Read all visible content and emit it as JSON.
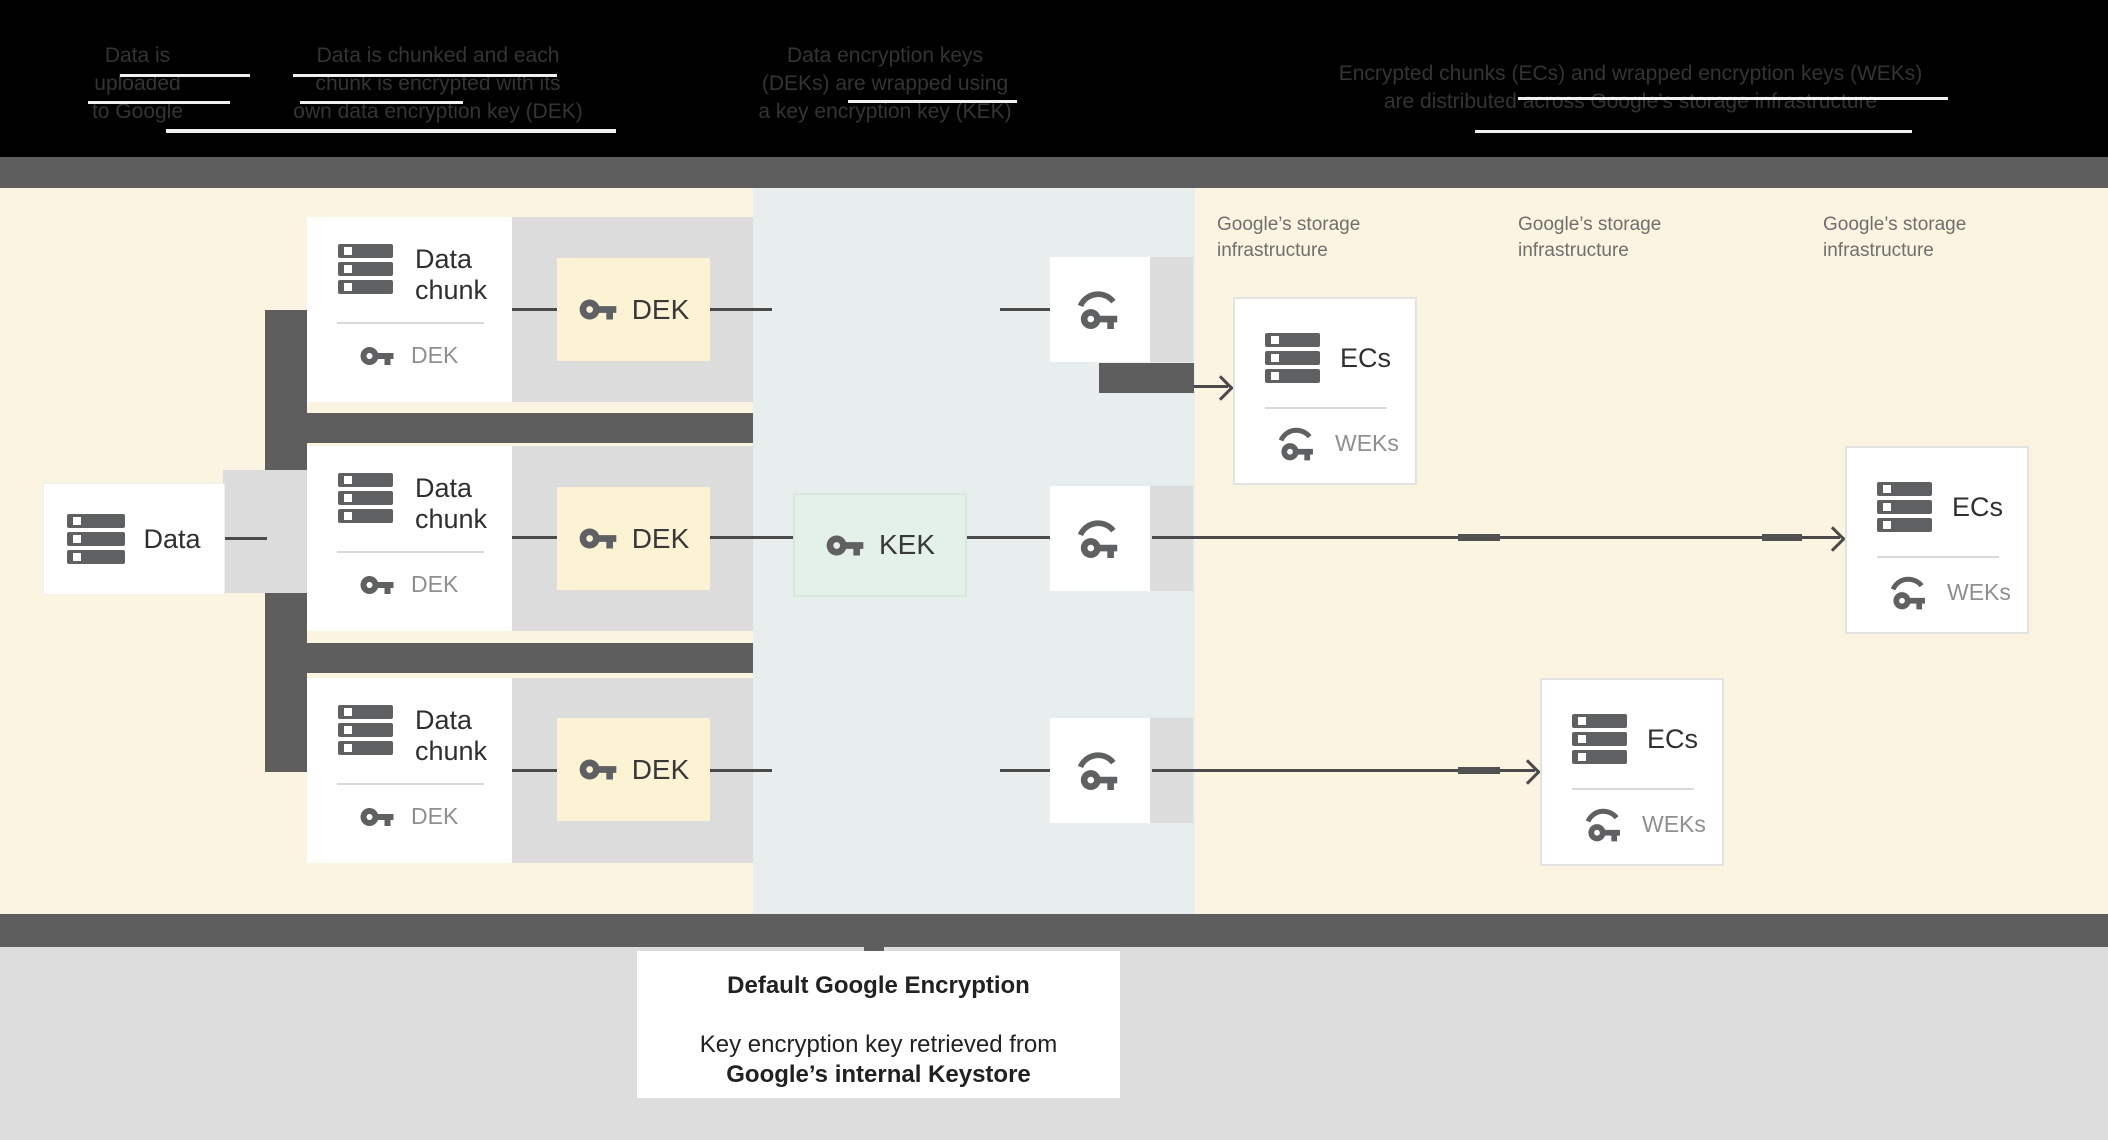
{
  "header": {
    "columns": [
      {
        "lines": [
          "Data is",
          "uploaded",
          "to Google"
        ]
      },
      {
        "lines": [
          "Data is chunked and each",
          "chunk is encrypted with its",
          "own data encryption key (DEK)"
        ]
      },
      {
        "lines": [
          "Data encryption keys",
          "(DEKs) are wrapped using",
          "a key encryption key (KEK)"
        ]
      },
      {
        "lines": [
          "Encrypted chunks (ECs) and wrapped encryption keys (WEKs)",
          "are distributed across Google’s storage infrastructure"
        ]
      }
    ]
  },
  "diagram": {
    "data_box": {
      "label": "Data"
    },
    "rows": [
      {
        "chunk_title": "Data chunk",
        "chunk_key": "DEK",
        "dek": "DEK"
      },
      {
        "chunk_title": "Data chunk",
        "chunk_key": "DEK",
        "dek": "DEK"
      },
      {
        "chunk_title": "Data chunk",
        "chunk_key": "DEK",
        "dek": "DEK"
      }
    ],
    "kek": {
      "label": "KEK"
    },
    "storage_labels": [
      "Google’s storage infrastructure",
      "Google’s storage infrastructure",
      "Google’s storage infrastructure"
    ],
    "ec_boxes": [
      {
        "label": "ECs",
        "key_label": "WEKs"
      },
      {
        "label": "ECs",
        "key_label": "WEKs"
      },
      {
        "label": "ECs",
        "key_label": "WEKs"
      }
    ]
  },
  "caption": {
    "title": "Default Google Encryption",
    "line1": "Key encryption key retrieved from",
    "line2": "Google’s internal Keystore"
  },
  "colors": {
    "cream": "#fbf4e0",
    "panel_gray": "#e8edee",
    "strip_gray": "#dcdcdc",
    "dark_gray": "#5e5e5e",
    "mint": "#e4f1e9",
    "dek_yellow": "#fcf2d4",
    "footer": "#dddddd"
  }
}
